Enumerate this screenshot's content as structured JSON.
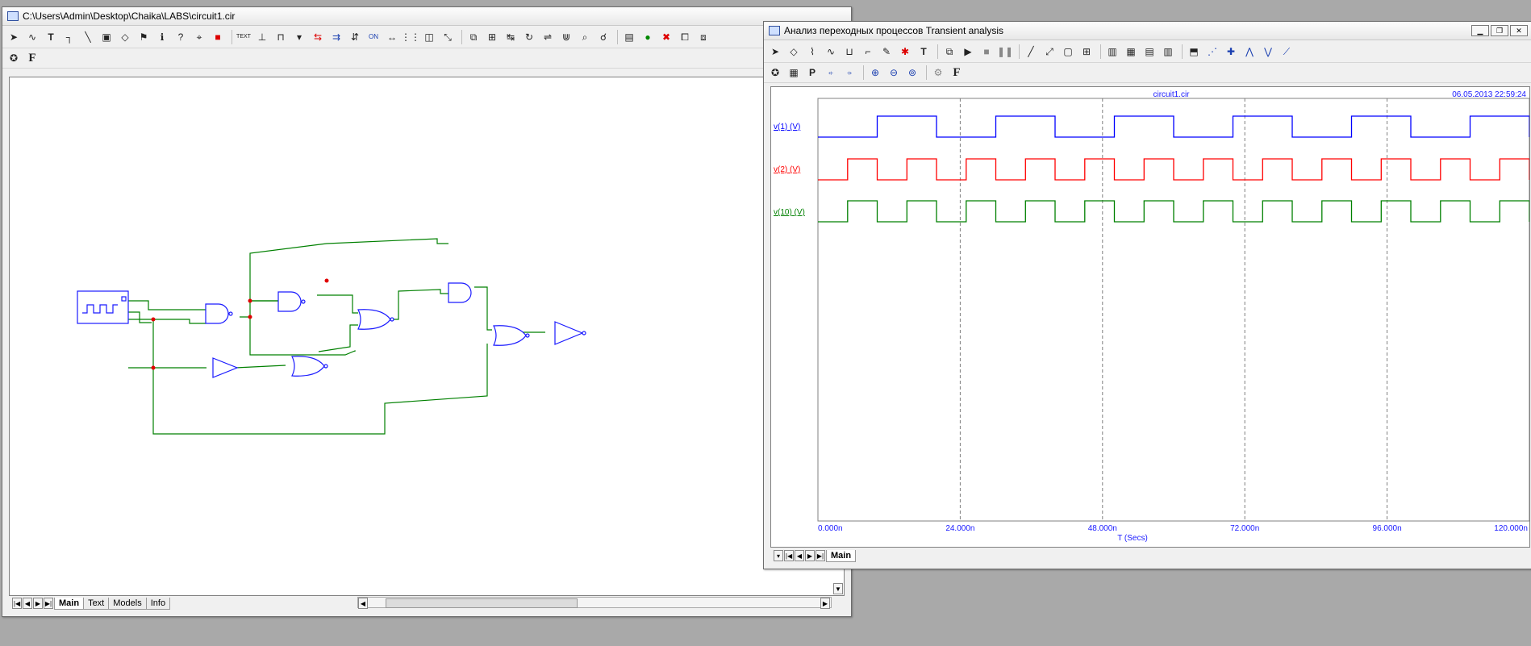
{
  "schematic_window": {
    "title": "C:\\Users\\Admin\\Desktop\\Chaika\\LABS\\circuit1.cir",
    "tabs": [
      "Main",
      "Text",
      "Models",
      "Info"
    ],
    "active_tab": "Main",
    "toolbar_row2": [
      "F"
    ]
  },
  "analysis_window": {
    "title": "Анализ переходных процессов Transient analysis",
    "tabs": [
      "Main"
    ],
    "active_tab": "Main",
    "plot": {
      "file_label": "circuit1.cir",
      "timestamp": "06.05.2013 22:59:24",
      "x_axis_label": "T (Secs)",
      "x_ticks": [
        "0.000n",
        "24.000n",
        "48.000n",
        "72.000n",
        "96.000n",
        "120.000n"
      ],
      "traces": [
        {
          "label": "v(1) (V)",
          "color": "#0000ff"
        },
        {
          "label": "v(2) (V)",
          "color": "#ff0000"
        },
        {
          "label": "v(10) (V)",
          "color": "#008000"
        }
      ]
    }
  },
  "chart_data": {
    "type": "line",
    "xlabel": "T (Secs)",
    "xlim": [
      0,
      120
    ],
    "x_ticks": [
      "0.000n",
      "24.000n",
      "48.000n",
      "72.000n",
      "96.000n",
      "120.000n"
    ],
    "series": [
      {
        "name": "v(1) (V)",
        "kind": "digital",
        "period_ns": 20,
        "first_rise_ns": 10,
        "duty": 0.5
      },
      {
        "name": "v(2) (V)",
        "kind": "digital",
        "period_ns": 10,
        "first_rise_ns": 5,
        "duty": 0.5
      },
      {
        "name": "v(10) (V)",
        "kind": "digital",
        "period_ns": 10,
        "first_rise_ns": 5,
        "duty": 0.5
      }
    ]
  }
}
